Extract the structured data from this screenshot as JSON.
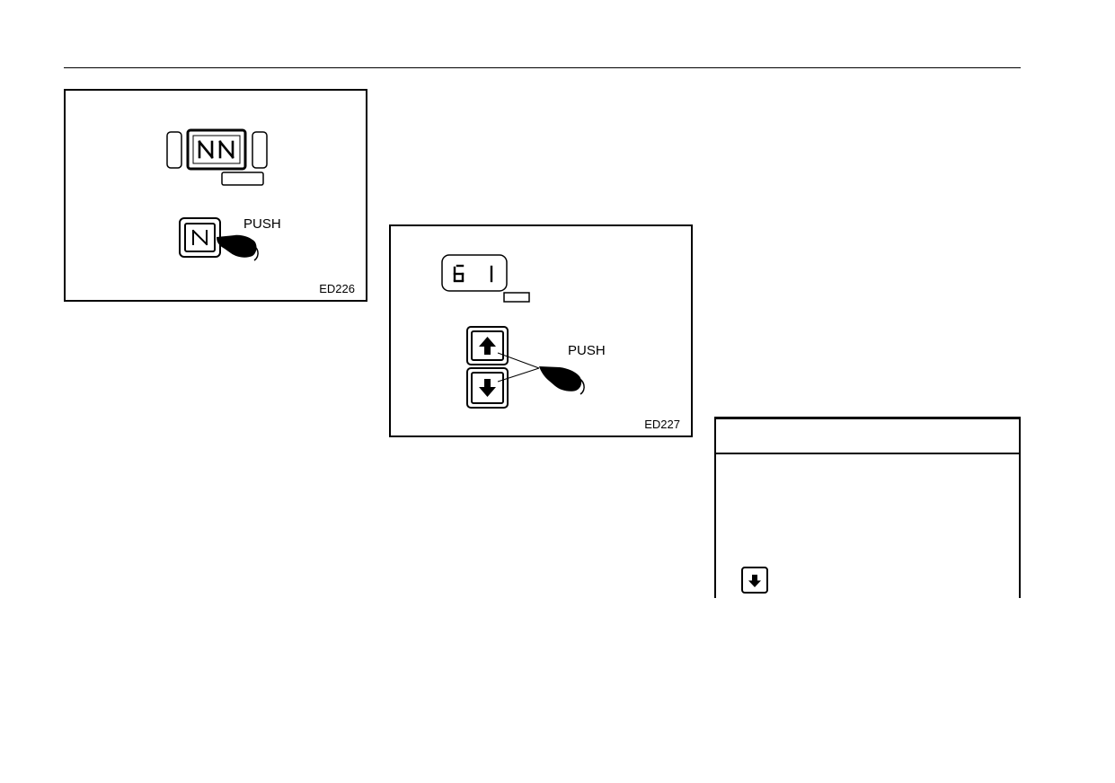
{
  "figures": [
    {
      "code": "ED226",
      "push_label": "PUSH",
      "display_glyphs": "NN",
      "button_glyph": "N",
      "icons": [
        "lcd-display",
        "neutral-button",
        "pointing-hand"
      ]
    },
    {
      "code": "ED227",
      "push_label": "PUSH",
      "display_glyphs": "6 1",
      "icons": [
        "lcd-display",
        "up-arrow-button",
        "down-arrow-button",
        "pointing-hand"
      ]
    }
  ],
  "note_box": {
    "icon": "down-arrow-button"
  },
  "colors": {
    "ink": "#000000",
    "paper": "#ffffff"
  }
}
